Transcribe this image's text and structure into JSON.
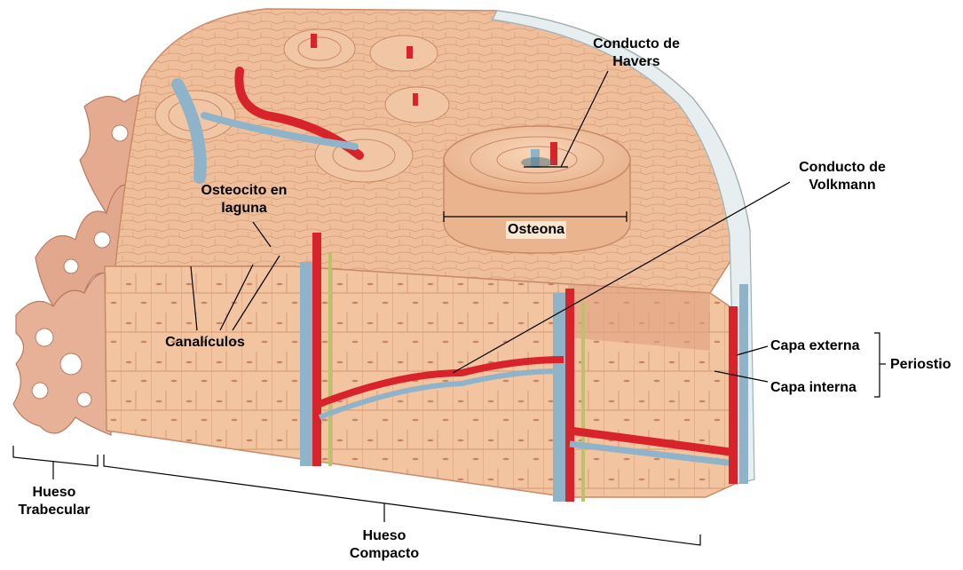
{
  "labels": {
    "havers_line1": "Conducto de",
    "havers_line2": "Havers",
    "volkmann_line1": "Conducto de",
    "volkmann_line2": "Volkmann",
    "osteocito_line1": "Osteocito en",
    "osteocito_line2": "laguna",
    "osteona": "Osteona",
    "canaliculos": "Canalículos",
    "capa_externa": "Capa externa",
    "capa_interna": "Capa interna",
    "periostio": "Periostio",
    "trabecular_line1": "Hueso",
    "trabecular_line2": "Trabecular",
    "compacto_line1": "Hueso",
    "compacto_line2": "Compacto"
  },
  "colors": {
    "bone_light": "#f4c9a6",
    "bone_mid": "#e9ae86",
    "bone_dark": "#d28f6b",
    "artery": "#d8232a",
    "vein": "#8fb3c8",
    "nerve": "#b9c46a",
    "periosteum": "#e6eef0"
  }
}
